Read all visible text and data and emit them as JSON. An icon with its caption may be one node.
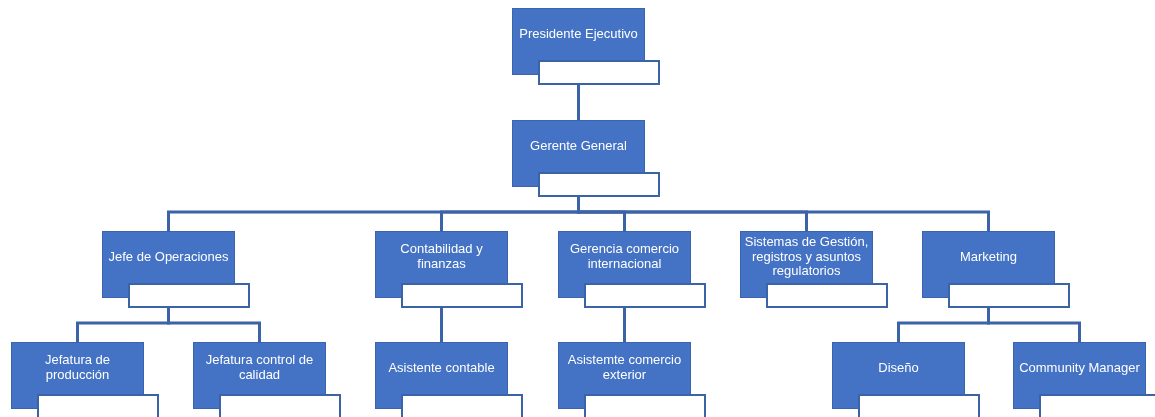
{
  "diagram": {
    "nodes": [
      {
        "text": [
          "Presidente Ejecutivo"
        ]
      },
      {
        "text": [
          "Gerente General"
        ]
      },
      {
        "text": [
          "Jefe de Operaciones"
        ]
      },
      {
        "text": [
          "Contabilidad y finanzas"
        ]
      },
      {
        "text": [
          "Gerencia comercio internacional"
        ]
      },
      {
        "text": [
          "Sistemas de Gestión, registros y asuntos regulatorios"
        ]
      },
      {
        "text": [
          "Marketing"
        ]
      },
      {
        "text": [
          "Jefatura de producción"
        ]
      },
      {
        "text": [
          "Jefatura control de calidad"
        ]
      },
      {
        "text": [
          "Asistente contable"
        ]
      },
      {
        "text": [
          "Asistemte comercio exterior"
        ]
      },
      {
        "text": [
          "Diseño"
        ]
      },
      {
        "text": [
          "Community Manager"
        ]
      }
    ],
    "edges": [
      {
        "from": 0,
        "to": 1,
        "arrow": "none"
      },
      {
        "from": 1,
        "to": 2,
        "arrow": "none"
      },
      {
        "from": 1,
        "to": 3,
        "arrow": "none"
      },
      {
        "from": 1,
        "to": 4,
        "arrow": "none"
      },
      {
        "from": 1,
        "to": 5,
        "arrow": "none"
      },
      {
        "from": 1,
        "to": 6,
        "arrow": "none"
      },
      {
        "from": 2,
        "to": 7,
        "arrow": "none"
      },
      {
        "from": 2,
        "to": 8,
        "arrow": "none"
      },
      {
        "from": 3,
        "to": 9,
        "arrow": "none"
      },
      {
        "from": 4,
        "to": 10,
        "arrow": "none"
      },
      {
        "from": 6,
        "to": 11,
        "arrow": "none"
      },
      {
        "from": 6,
        "to": 12,
        "arrow": "none"
      }
    ]
  }
}
